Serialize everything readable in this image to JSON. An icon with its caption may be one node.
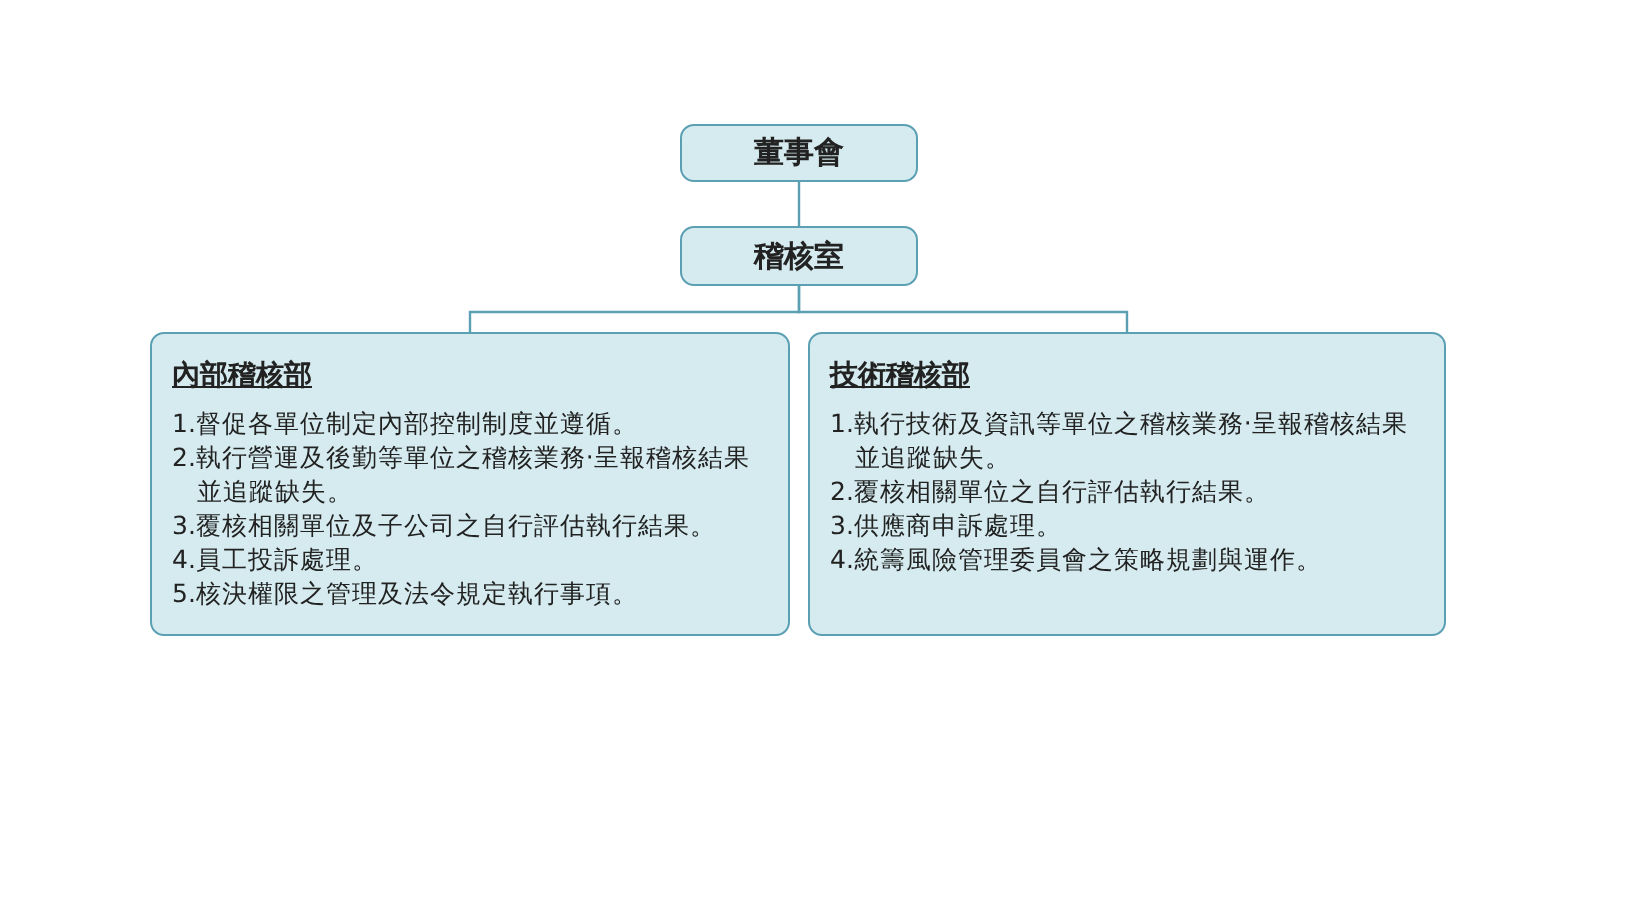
{
  "diagram": {
    "nodes": [
      {
        "text": [
          "董事會"
        ]
      },
      {
        "text": [
          "稽核室"
        ]
      },
      {
        "text": [
          "內部稽核部",
          "1.督促各單位制定內部控制制度並遵循。",
          "2.執行營運及後勤等單位之稽核業務‧呈報稽核結果並追蹤缺失。",
          "3.覆核相關單位及子公司之自行評估執行結果。",
          "4.員工投訴處理。",
          "5.核決權限之管理及法令規定執行事項。"
        ]
      },
      {
        "text": [
          "技術稽核部",
          "1.執行技術及資訊等單位之稽核業務‧呈報稽核結果並追蹤缺失。",
          "2.覆核相關單位之自行評估執行結果。",
          "3.供應商申訴處理。",
          "4.統籌風險管理委員會之策略規劃與運作。"
        ]
      }
    ],
    "edges": [
      {
        "from": 0,
        "to": 1,
        "arrow": "none"
      },
      {
        "from": 1,
        "to": 2,
        "arrow": "none"
      },
      {
        "from": 1,
        "to": 3,
        "arrow": "none"
      }
    ]
  }
}
